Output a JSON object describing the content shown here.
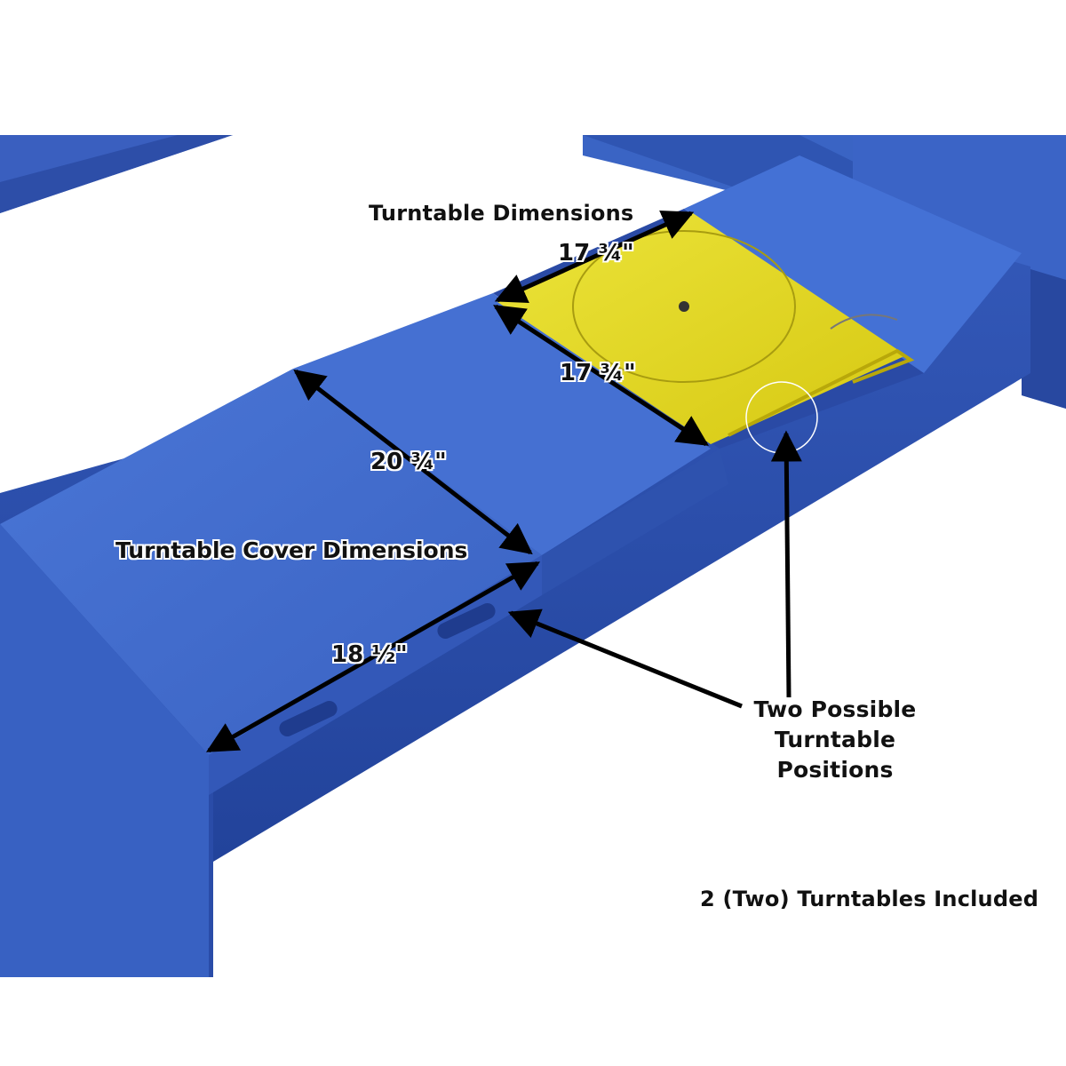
{
  "labels": {
    "turntable_dimensions": "Turntable Dimensions",
    "turntable_width": "17 ¾\"",
    "turntable_length": "17 ¾\"",
    "cover_width": "20 ¾\"",
    "cover_dimensions": "Turntable Cover Dimensions",
    "cover_length": "18 ½\"",
    "positions_line1": "Two Possible",
    "positions_line2": "Turntable",
    "positions_line3": "Positions",
    "included": "2 (Two) Turntables Included"
  },
  "colors": {
    "runway_blue": "#3a64c4",
    "turntable_yellow": "#e3d71c",
    "background": "#ffffff",
    "arrow": "#000000"
  }
}
